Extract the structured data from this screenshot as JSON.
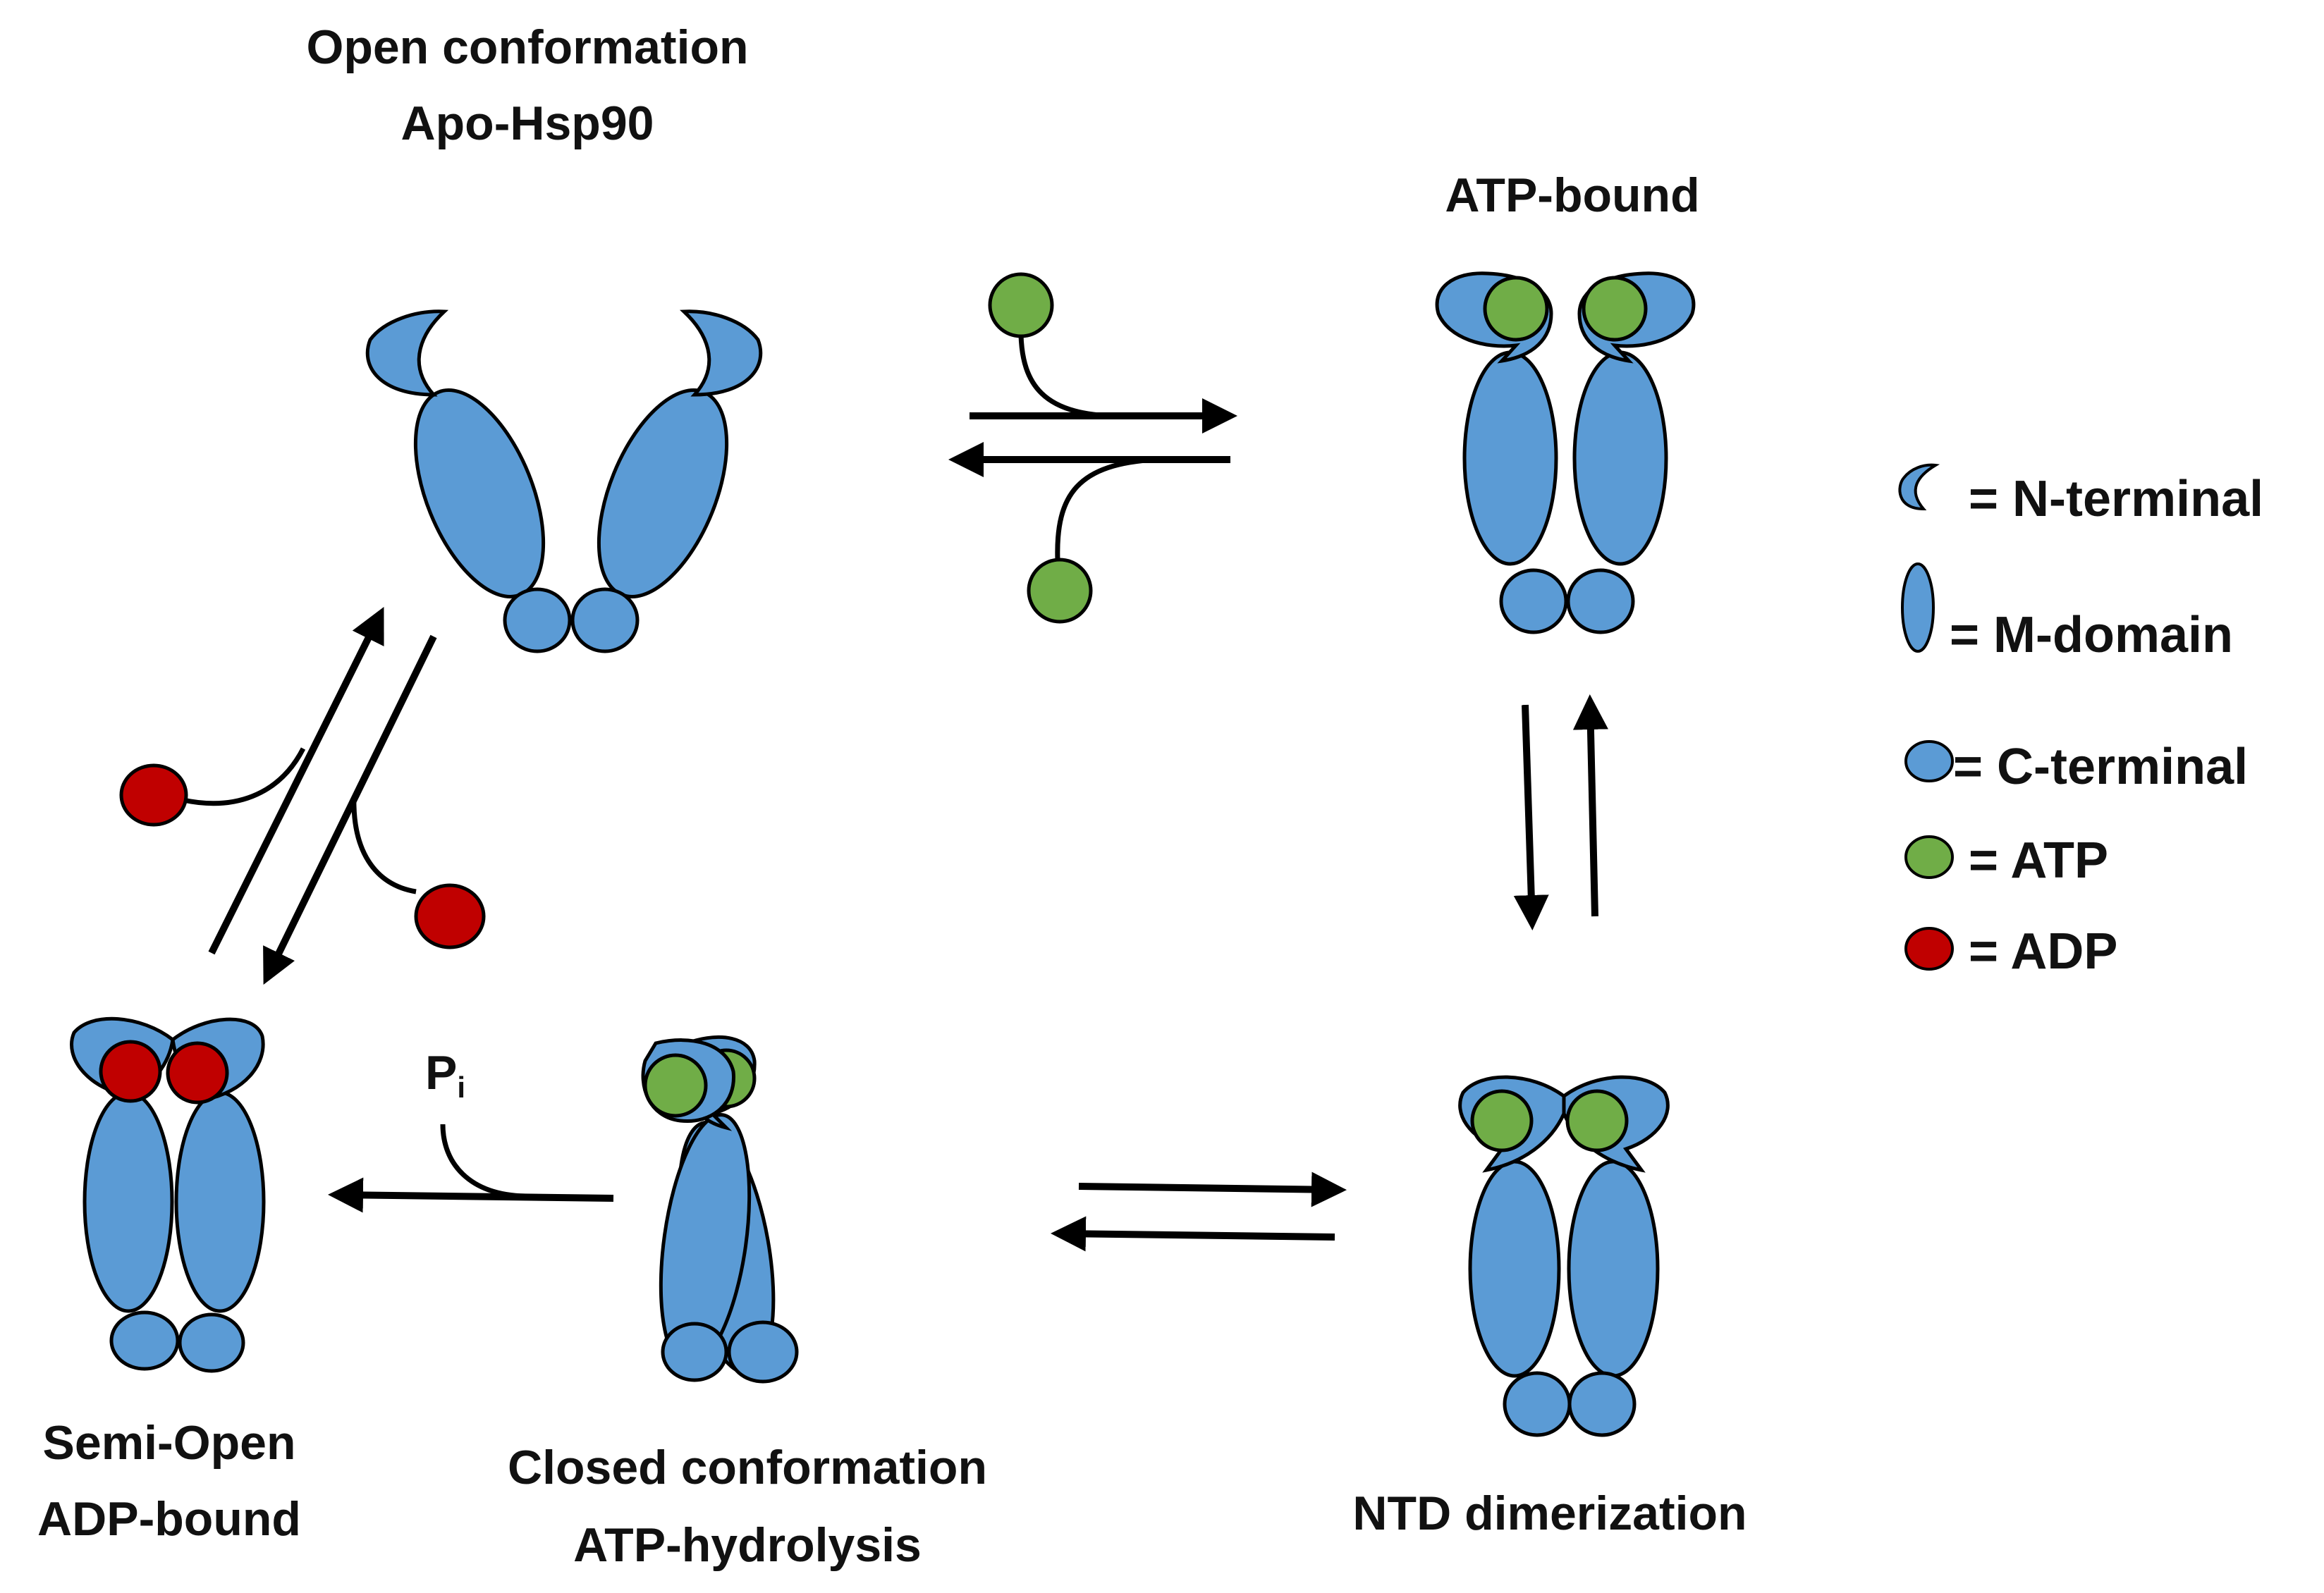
{
  "colors": {
    "domain": "#5b9bd5",
    "atp": "#70ad47",
    "adp": "#c00000",
    "outline": "#000000"
  },
  "states": {
    "open": {
      "line1": "Open conformation",
      "line2": "Apo-Hsp90"
    },
    "atp_bound": {
      "line1": "ATP-bound"
    },
    "ntd": {
      "line1": "NTD dimerization"
    },
    "closed": {
      "line1": "Closed conformation",
      "line2": "ATP-hydrolysis"
    },
    "semi_open": {
      "line1": "Semi-Open",
      "line2": "ADP-bound"
    }
  },
  "pi": {
    "main": "P",
    "sub": "i"
  },
  "legend": {
    "n_terminal": "= N-terminal",
    "m_domain": "= M-domain",
    "c_terminal": "= C-terminal",
    "atp": "= ATP",
    "adp": "= ADP"
  }
}
